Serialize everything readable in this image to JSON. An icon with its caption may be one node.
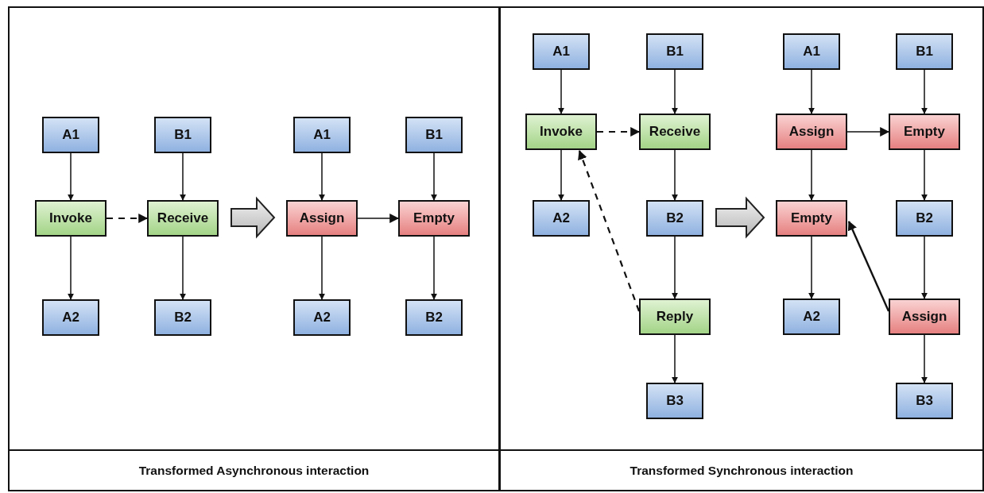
{
  "diagram": {
    "nodes": [
      {
        "text": [
          "Transformed Asynchronous interaction"
        ]
      },
      {
        "text": [
          "A1"
        ],
        "in": 0
      },
      {
        "text": [
          "B1"
        ],
        "in": 0
      },
      {
        "text": [
          "Invoke"
        ],
        "in": 0
      },
      {
        "text": [
          "Receive"
        ],
        "in": 0
      },
      {
        "text": [
          "A2"
        ],
        "in": 0
      },
      {
        "text": [
          "B2"
        ],
        "in": 0
      },
      {
        "text": [
          "A1"
        ],
        "in": 0
      },
      {
        "text": [
          "B1"
        ],
        "in": 0
      },
      {
        "text": [
          "Assign"
        ],
        "in": 0
      },
      {
        "text": [
          "Empty"
        ],
        "in": 0
      },
      {
        "text": [
          "A2"
        ],
        "in": 0
      },
      {
        "text": [
          "B2"
        ],
        "in": 0
      },
      {
        "text": [
          "Transformed Synchronous interaction"
        ]
      },
      {
        "text": [
          "A1"
        ],
        "in": 13
      },
      {
        "text": [
          "B1"
        ],
        "in": 13
      },
      {
        "text": [
          "Invoke"
        ],
        "in": 13
      },
      {
        "text": [
          "Receive"
        ],
        "in": 13
      },
      {
        "text": [
          "A2"
        ],
        "in": 13
      },
      {
        "text": [
          "B2"
        ],
        "in": 13
      },
      {
        "text": [
          "Reply"
        ],
        "in": 13
      },
      {
        "text": [
          "B3"
        ],
        "in": 13
      },
      {
        "text": [
          "A1"
        ],
        "in": 13
      },
      {
        "text": [
          "B1"
        ],
        "in": 13
      },
      {
        "text": [
          "Assign"
        ],
        "in": 13
      },
      {
        "text": [
          "Empty"
        ],
        "in": 13
      },
      {
        "text": [
          "Empty"
        ],
        "in": 13
      },
      {
        "text": [
          "B2"
        ],
        "in": 13
      },
      {
        "text": [
          "A2"
        ],
        "in": 13
      },
      {
        "text": [
          "Assign"
        ],
        "in": 13
      },
      {
        "text": [
          "B3"
        ],
        "in": 13
      }
    ],
    "edges": [
      {
        "from": 1,
        "to": 3,
        "arrow": "to"
      },
      {
        "from": 2,
        "to": 4,
        "arrow": "to"
      },
      {
        "from": 3,
        "to": 5,
        "arrow": "to"
      },
      {
        "from": 4,
        "to": 6,
        "arrow": "to"
      },
      {
        "from": 3,
        "to": 4,
        "arrow": "to",
        "style": "dashed"
      },
      {
        "from": 7,
        "to": 9,
        "arrow": "to"
      },
      {
        "from": 8,
        "to": 10,
        "arrow": "to"
      },
      {
        "from": 9,
        "to": 11,
        "arrow": "to"
      },
      {
        "from": 10,
        "to": 12,
        "arrow": "to"
      },
      {
        "from": 9,
        "to": 10,
        "arrow": "to"
      },
      {
        "from": 14,
        "to": 16,
        "arrow": "to"
      },
      {
        "from": 16,
        "to": 18,
        "arrow": "to"
      },
      {
        "from": 15,
        "to": 17,
        "arrow": "to"
      },
      {
        "from": 17,
        "to": 19,
        "arrow": "to"
      },
      {
        "from": 19,
        "to": 20,
        "arrow": "to"
      },
      {
        "from": 20,
        "to": 21,
        "arrow": "to"
      },
      {
        "from": 16,
        "to": 17,
        "arrow": "to",
        "style": "dashed"
      },
      {
        "from": 20,
        "to": 16,
        "arrow": "to",
        "style": "dashed"
      },
      {
        "from": 22,
        "to": 24,
        "arrow": "to"
      },
      {
        "from": 24,
        "to": 26,
        "arrow": "to"
      },
      {
        "from": 26,
        "to": 28,
        "arrow": "to"
      },
      {
        "from": 23,
        "to": 25,
        "arrow": "to"
      },
      {
        "from": 25,
        "to": 27,
        "arrow": "to"
      },
      {
        "from": 27,
        "to": 29,
        "arrow": "to"
      },
      {
        "from": 29,
        "to": 30,
        "arrow": "to"
      },
      {
        "from": 24,
        "to": 25,
        "arrow": "to"
      },
      {
        "from": 29,
        "to": 26,
        "arrow": "to"
      },
      {
        "from": 4,
        "to": 9,
        "arrow": "to",
        "style": "thick"
      },
      {
        "from": 19,
        "to": 26,
        "arrow": "to",
        "style": "thick"
      }
    ]
  }
}
